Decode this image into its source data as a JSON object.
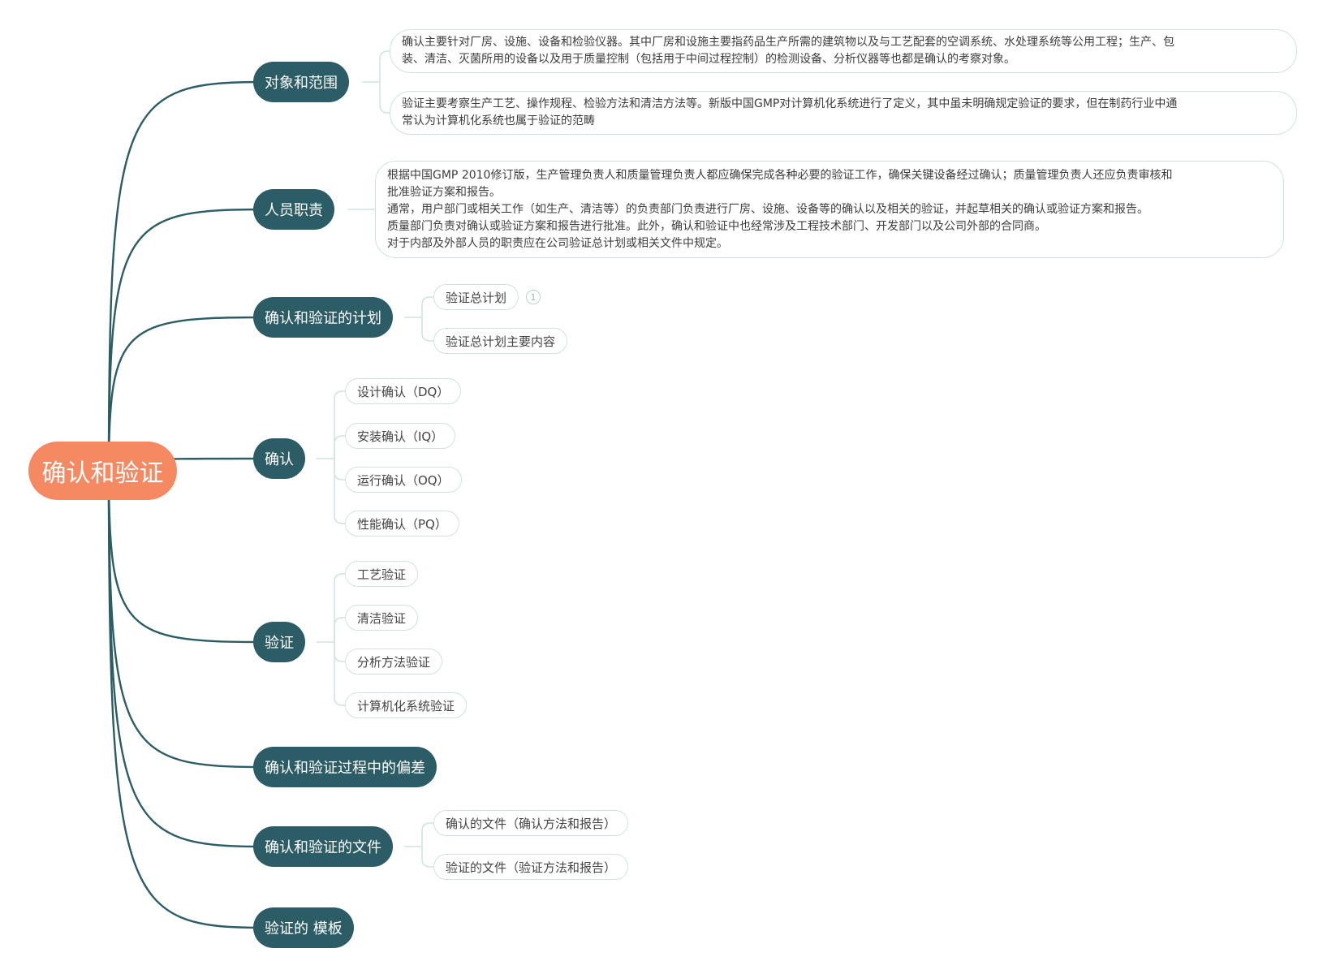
{
  "root": {
    "label": "确认和验证"
  },
  "branches": [
    {
      "id": "b1",
      "label": "对象和范围"
    },
    {
      "id": "b2",
      "label": "人员职责"
    },
    {
      "id": "b3",
      "label": "确认和验证的计划"
    },
    {
      "id": "b4",
      "label": "确认"
    },
    {
      "id": "b5",
      "label": "验证"
    },
    {
      "id": "b6",
      "label": "确认和验证过程中的偏差"
    },
    {
      "id": "b7",
      "label": "确认和验证的文件"
    },
    {
      "id": "b8",
      "label": "验证的 模板"
    }
  ],
  "notes": {
    "scope_1": [
      "确认主要针对厂房、设施、设备和检验仪器。其中厂房和设施主要指药品生产所需的建筑物以及与工艺配套的空调系统、水处理系统等公用工程；生产、包",
      "装、清洁、灭菌所用的设备以及用于质量控制（包括用于中间过程控制）的检测设备、分析仪器等也都是确认的考察对象。"
    ],
    "scope_2": [
      "验证主要考察生产工艺、操作规程、检验方法和清洁方法等。新版中国GMP对计算机化系统进行了定义，其中虽未明确规定验证的要求，但在制药行业中通",
      "常认为计算机化系统也属于验证的范畴"
    ],
    "duties": [
      "根据中国GMP 2010修订版，生产管理负责人和质量管理负责人都应确保完成各种必要的验证工作，确保关键设备经过确认；质量管理负责人还应负责审核和",
      "批准验证方案和报告。",
      "通常，用户部门或相关工作（如生产、清洁等）的负责部门负责进行厂房、设施、设备等的确认以及相关的验证，并起草相关的确认或验证方案和报告。",
      "质量部门负责对确认或验证方案和报告进行批准。此外，确认和验证中也经常涉及工程技术部门、开发部门以及公司外部的合同商。",
      "对于内部及外部人员的职责应在公司验证总计划或相关文件中规定。"
    ]
  },
  "leaves": {
    "plan": [
      "验证总计划",
      "验证总计划主要内容"
    ],
    "plan_badge": "1",
    "qualification": [
      "设计确认（DQ）",
      "安装确认（IQ）",
      "运行确认（OQ）",
      "性能确认（PQ）"
    ],
    "validation": [
      "工艺验证",
      "清洁验证",
      "分析方法验证",
      "计算机化系统验证"
    ],
    "documents": [
      "确认的文件（确认方法和报告）",
      "验证的文件（验证方法和报告）"
    ]
  },
  "colors": {
    "root": "#F58A62",
    "branch": "#2C5C65",
    "link": "#2C5C65",
    "leaf_border": "#CFE3DC"
  }
}
